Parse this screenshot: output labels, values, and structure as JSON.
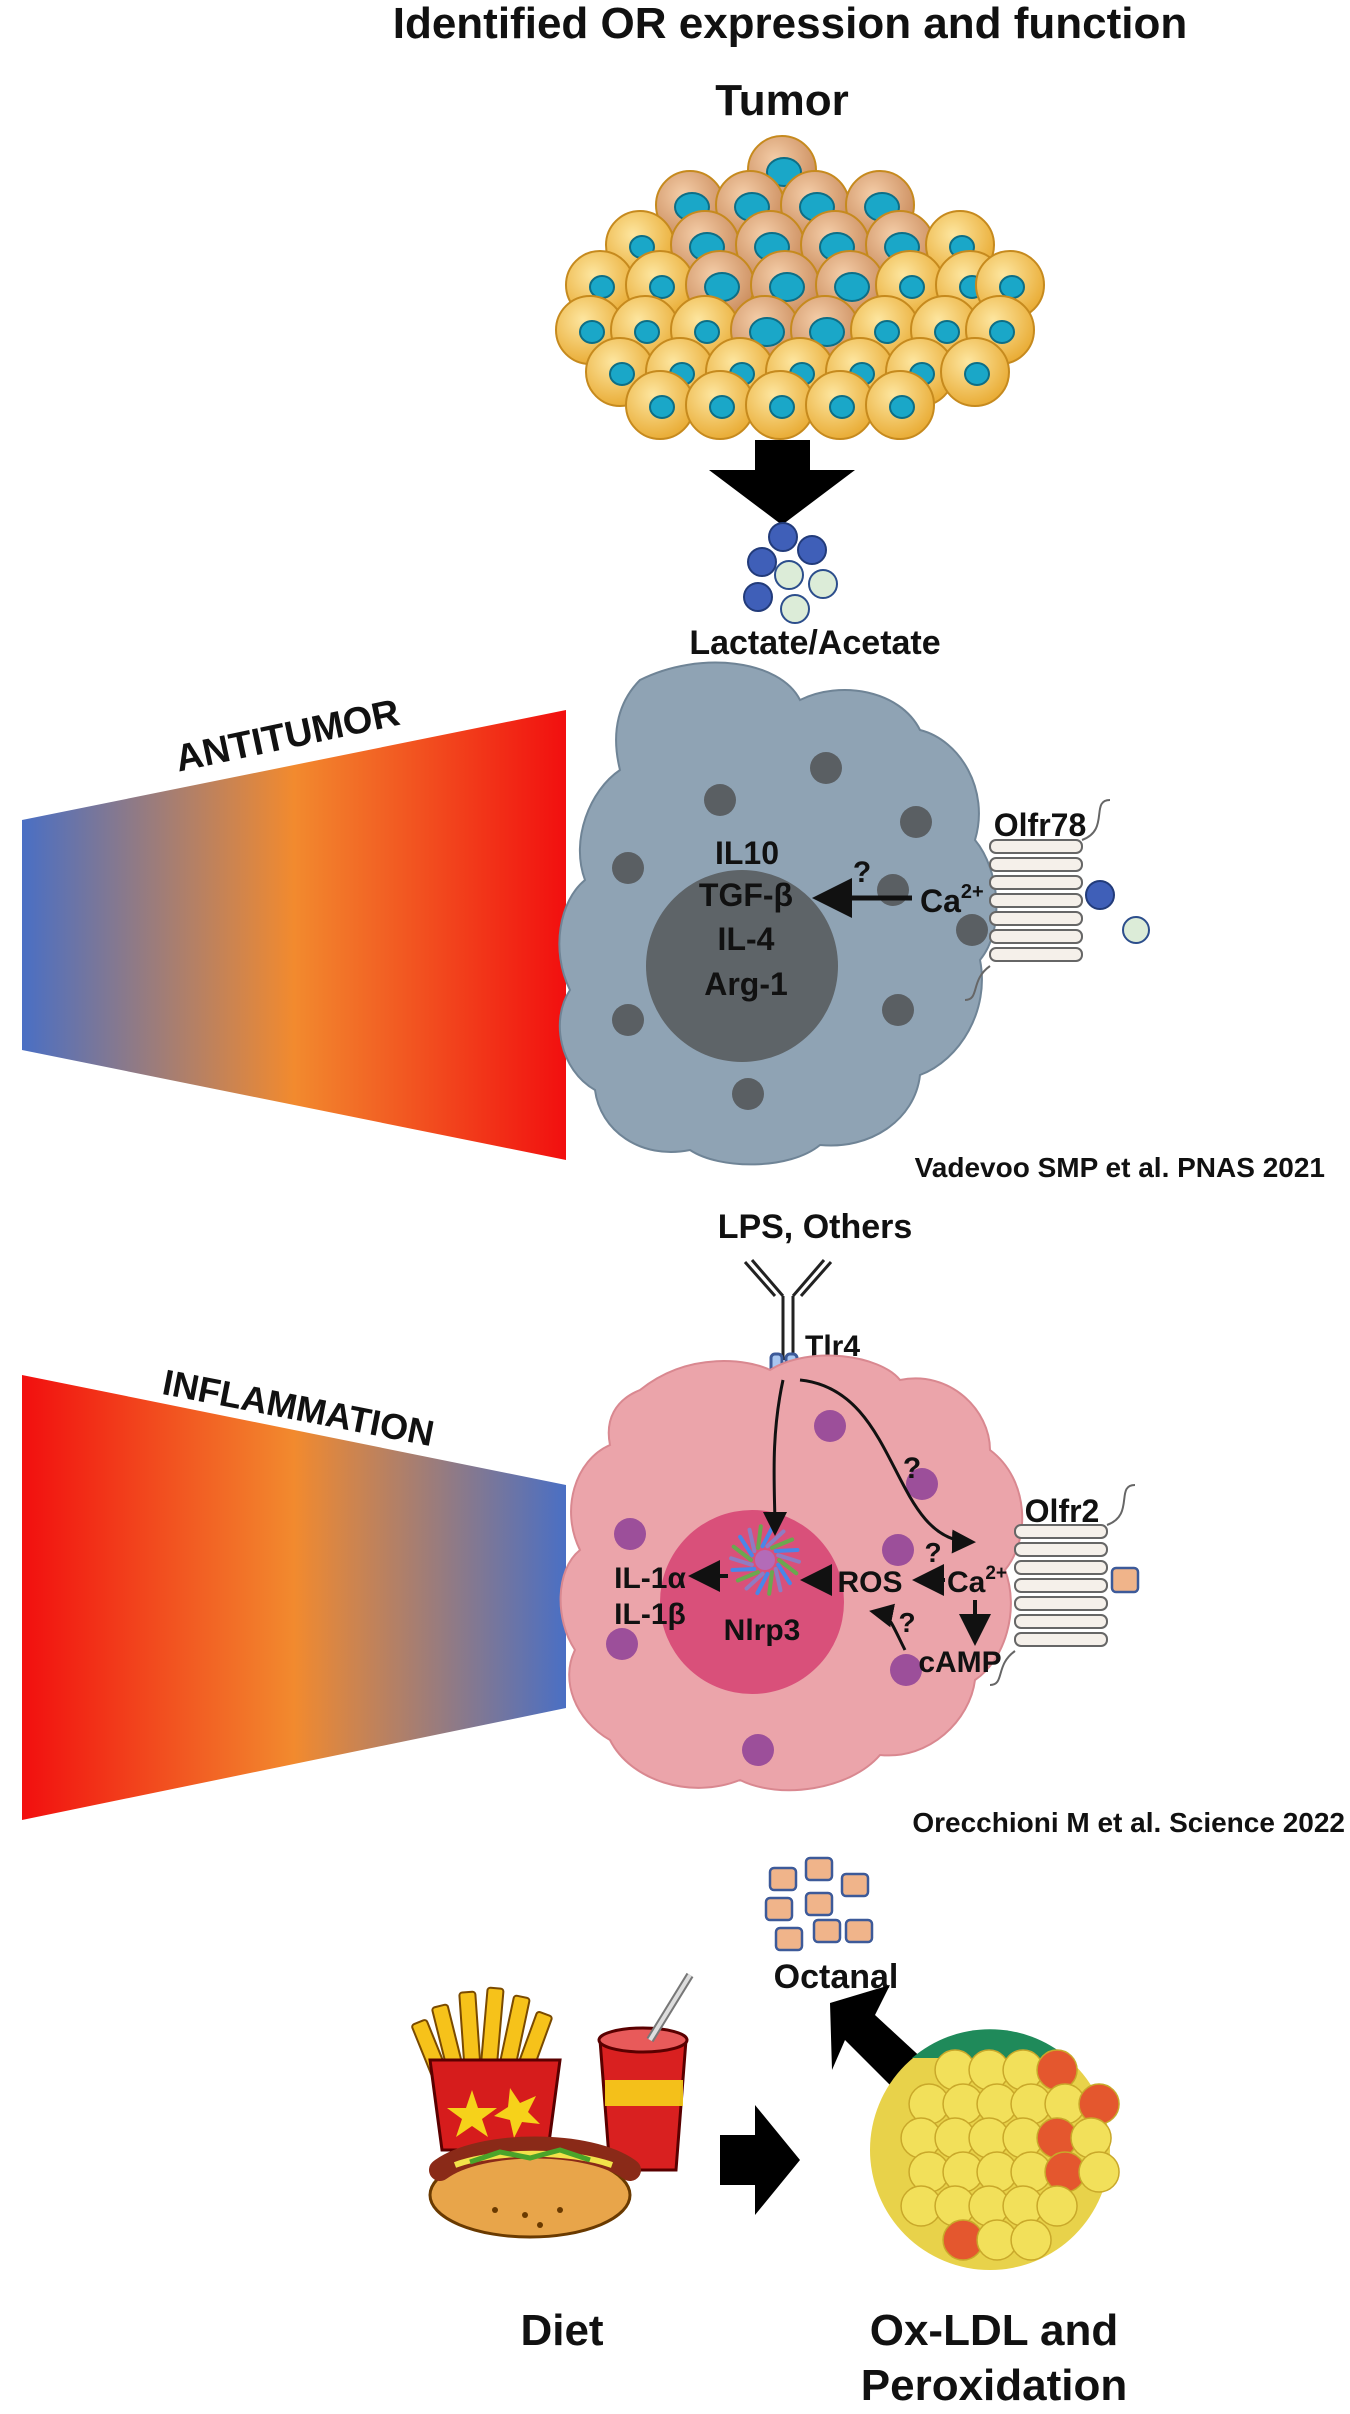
{
  "title": "Identified OR expression and function",
  "tumor": {
    "label": "Tumor"
  },
  "metabolites": {
    "label": "Lactate/Acetate"
  },
  "antitumor": {
    "gradient_label": "ANTITUMOR",
    "receptor": "Olfr78",
    "question": "?",
    "calcium": "Ca",
    "calcium_sup": "2+",
    "cytokines": [
      "IL10",
      "TGF-β",
      "IL-4",
      "Arg-1"
    ],
    "citation": "Vadevoo SMP et al. PNAS 2021"
  },
  "inflammation": {
    "gradient_label": "INFLAMMATION",
    "ligand": "LPS, Others",
    "tlr": "Tlr4",
    "receptor": "Olfr2",
    "q1": "?",
    "q2": "?",
    "q3": "?",
    "calcium": "Ca",
    "calcium_sup": "2+",
    "ros": "ROS",
    "camp": "cAMP",
    "nlrp3": "Nlrp3",
    "il1a": "IL-1α",
    "il1b": "IL-1β",
    "citation": "Orecchioni M et al. Science 2022"
  },
  "octanal": {
    "label": "Octanal"
  },
  "diet": {
    "label": "Diet"
  },
  "oxldl": {
    "line1": "Ox-LDL and",
    "line2": "Peroxidation"
  },
  "colors": {
    "blue": "#4a6fc4",
    "orange": "#f28a2e",
    "red": "#f20f0f",
    "macrophage_gray": "#8fa3b4",
    "nucleus_gray": "#5e6468",
    "macrophage_pink": "#eba4aa",
    "nucleus_pink": "#d9507a",
    "granule_purple": "#9c4f9a",
    "tumor_cell": "#f2c24e",
    "tumor_nucleus": "#1aa7c8",
    "octanal_square": "#f0b48a",
    "octanal_outline": "#3d5a99"
  }
}
